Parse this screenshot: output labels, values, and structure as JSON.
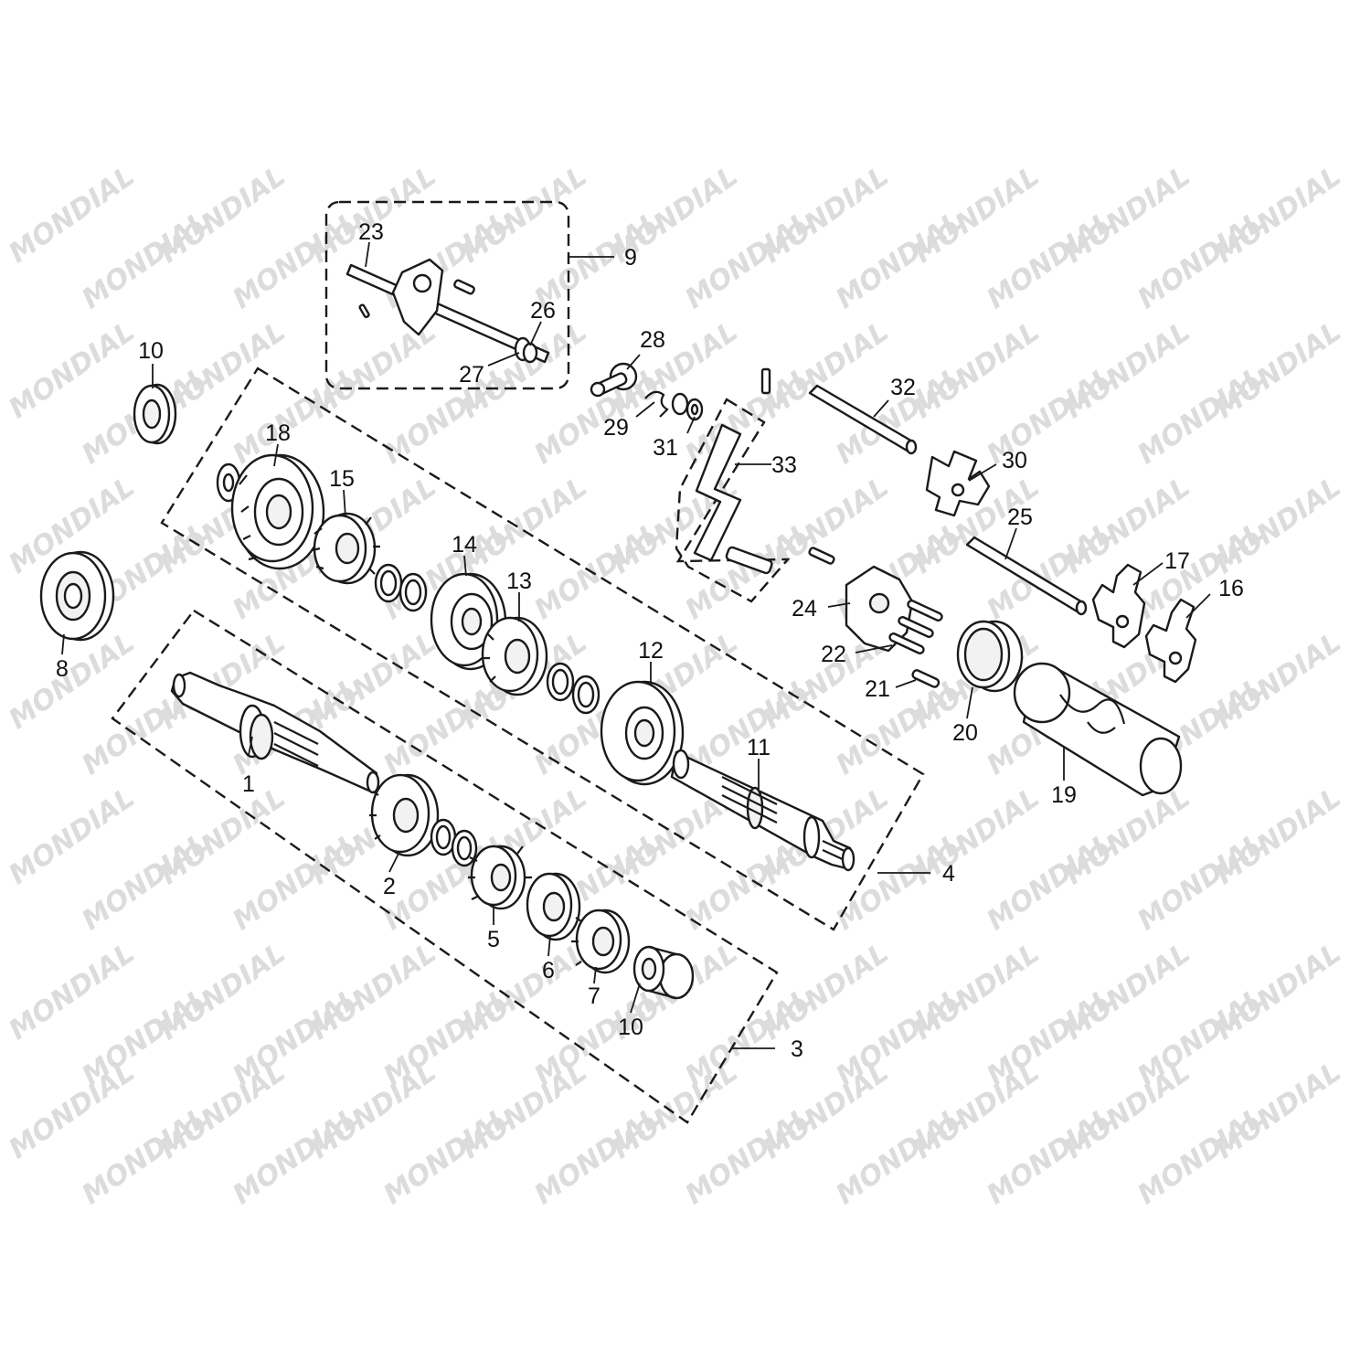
{
  "watermark": {
    "text": "MONDIAL"
  },
  "callouts": {
    "c1": "1",
    "c2": "2",
    "c3": "3",
    "c4": "4",
    "c5": "5",
    "c6": "6",
    "c7": "7",
    "c8": "8",
    "c9": "9",
    "c10a": "10",
    "c10b": "10",
    "c11": "11",
    "c12": "12",
    "c13": "13",
    "c14": "14",
    "c15": "15",
    "c16": "16",
    "c17": "17",
    "c18": "18",
    "c19": "19",
    "c20": "20",
    "c21": "21",
    "c22": "22",
    "c23": "23",
    "c24": "24",
    "c25": "25",
    "c26": "26",
    "c27": "27",
    "c28": "28",
    "c29": "29",
    "c30": "30",
    "c31": "31",
    "c32": "32",
    "c33": "33"
  }
}
